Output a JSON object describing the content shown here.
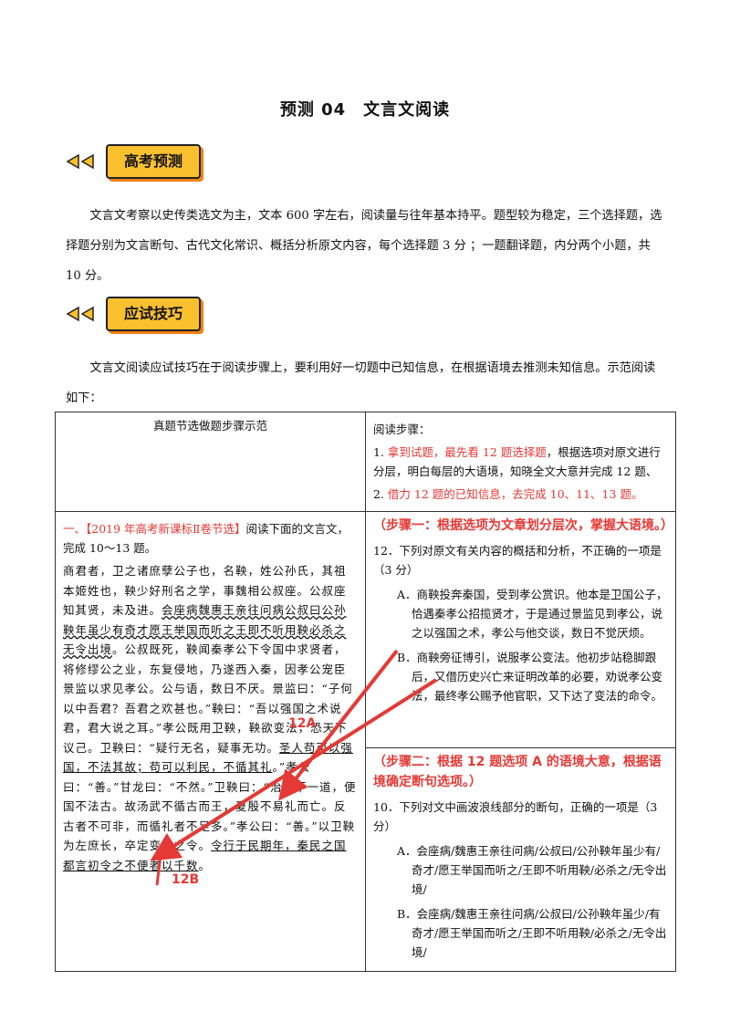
{
  "title": "预测 04　文言文阅读",
  "badge1": "高考预测",
  "badge2": "应试技巧",
  "para1": "文言文考察以史传类选文为主，文本 600 字左右，阅读量与往年基本持平。题型较为稳定，三个选择题，选择题分别为文言断句、古代文化常识、概括分析原文内容，每个选择题 3 分 ；一题翻译题，内分两个小题，共 10 分。",
  "para2": "文言文阅读应试技巧在于阅读步骤上，要利用好一切题中已知信息，在根据语境去推测未知信息。示范阅读如下：",
  "table": {
    "left_header": "真题节选做题步骤示范",
    "right_header": "阅读步骤：",
    "step1_num": "1.",
    "step1_red": "拿到试题，最先看 12 题选择题",
    "step1_rest": "，根据选项对原文进行分层，明白每层的大语境，知晓全文大意并完成 12 题、",
    "step2_num": "2.",
    "step2_red": "借力 12 题的已知信息，去完成 10、11、13 题。",
    "intro_red": "一、【2019 年高考新课标Ⅱ卷节选】",
    "intro_rest": "阅读下面的文言文，完成 10～13 题。",
    "t1": "商君者，卫之诸庶孽公子也，名鞅，姓公孙氏，其祖本姬姓也，鞅少好刑名之学，事魏相公叔座。公叔座知其贤，未及进。",
    "t_wavy": "会座病魏惠王亲往问病公叔曰公孙鞅年虽少有奇才愿王举国而听之王即不听用鞅必杀之无令出境",
    "t2": "。公叔既死，鞅闻秦孝公下令国中求贤者，将修缪公之业，东复侵地，乃遂西入秦，因孝公宠臣景监以求见孝公。公与语，数日不厌。景监曰：“子何以中吾君？吾君之欢甚也。”鞅曰：“吾以强国之术说君，君大说之耳。”孝公既用卫鞅，鞅欲变法，恐天下议己。卫鞅曰：“疑行无名，疑事无功。",
    "t_u1": "圣人苟可以强国，不法其故；苟可以利民，不循其礼",
    "t3": "。”孝公曰：“善。”甘龙曰：“不然。”卫鞅曰：“治世不一道，便国不法古。故汤武不循古而王，夏殷不易礼而亡。反古者不可非，而循礼者不足多。”孝公曰：“善。”以卫鞅为左庶长，卒定变法之令。",
    "t_u2": "令行于民期年，秦民之国都言初令之不便者以千数",
    "t4": "。",
    "step_a": "（步骤一：根据选项为文章划分层次，掌握大语境。）",
    "q12": "12．下列对原文有关内容的概括和分析，不正确的一项是（3 分）",
    "q12_a": "A．商鞅投奔秦国，受到孝公赏识。他本是卫国公子，恰遇秦孝公招揽贤才，于是通过景监见到孝公，说之以强国之术，孝公与他交谈，数日不觉厌烦。",
    "q12_b": "B．商鞅旁征博引，说服孝公变法。他初步站稳脚跟后，又借历史兴亡来证明改革的必要，劝说孝公变法，最终孝公赐予他官职，又下达了变法的命令。",
    "step_b": "（步骤二：根据 12 题选项 A 的语境大意，根据语境确定断句选项。）",
    "q10": "10．下列对文中画波浪线部分的断句，正确的一项是（3 分）",
    "q10_a": "A．会座病/魏惠王亲往问病/公叔曰/公孙鞅年虽少有/奇才/愿王举国而听之/王即不听用鞅/必杀之/无令出境/",
    "q10_b": "B．会座病/魏惠王亲往问病/公叔曰/公孙鞅年虽少/有奇才/愿王举国而听之/王即不听用鞅/必杀之/无令出境/"
  },
  "labels": {
    "a": "12A",
    "b": "12B"
  },
  "colors": {
    "accent": "#e53935",
    "badge": "#fbc02d"
  }
}
